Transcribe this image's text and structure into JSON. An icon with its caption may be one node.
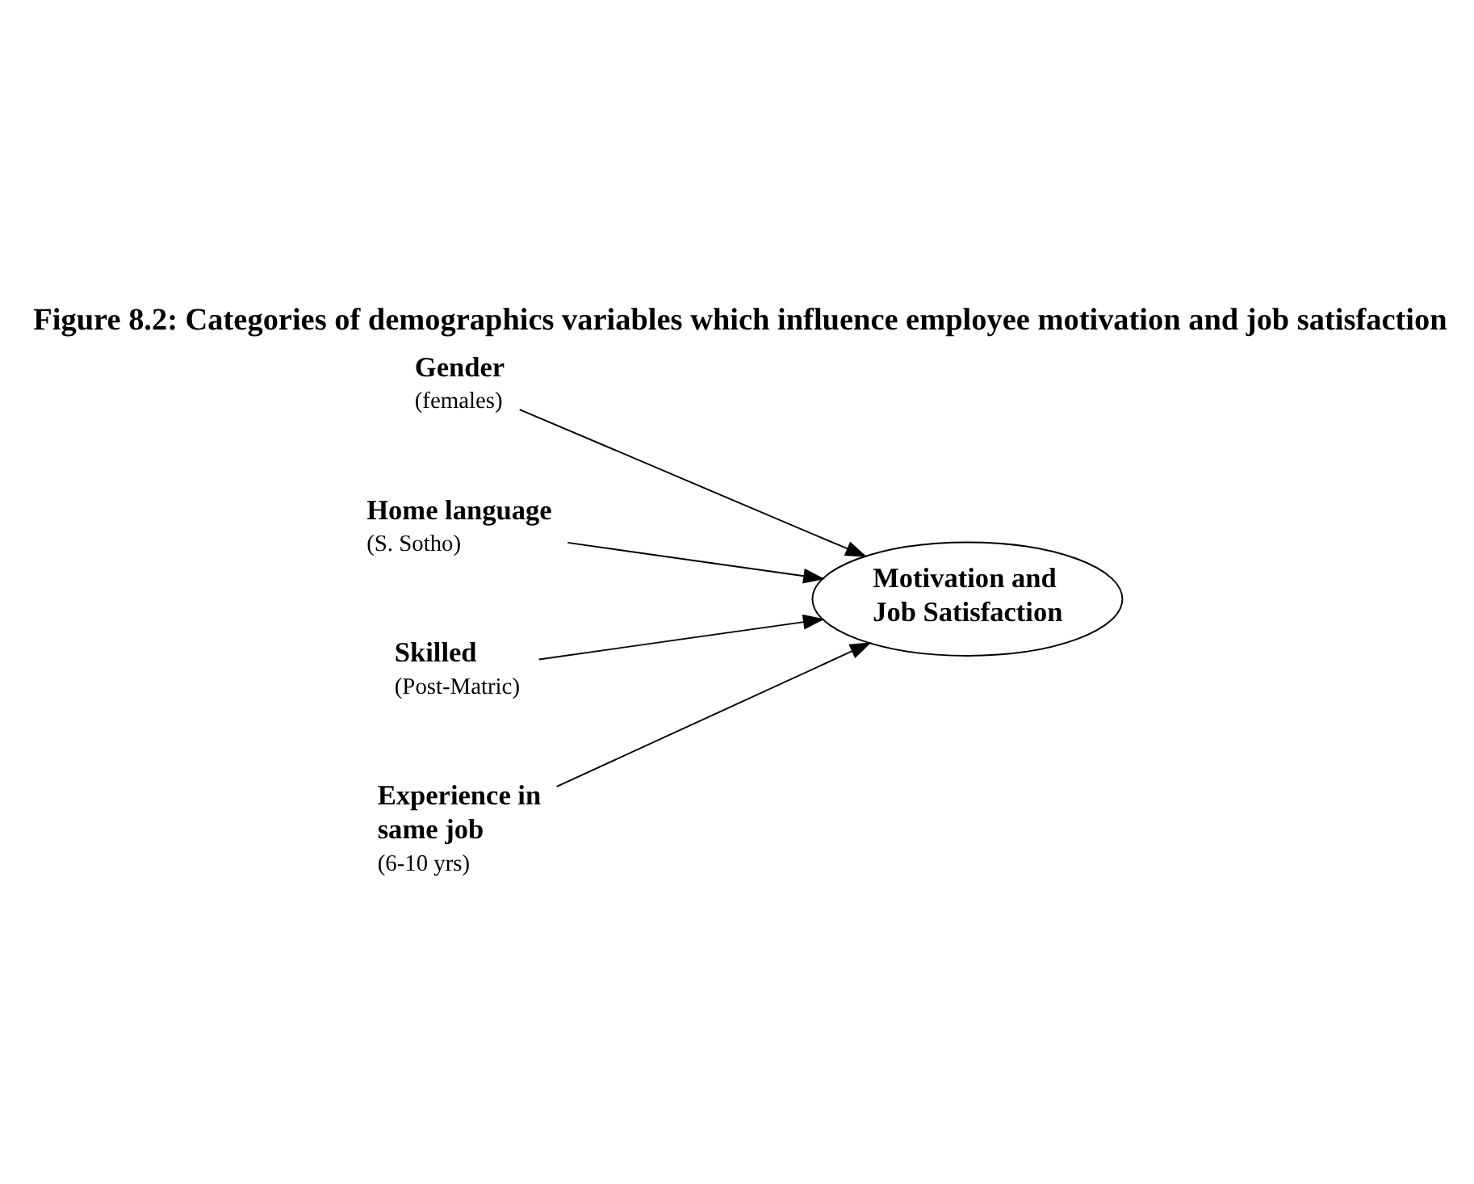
{
  "diagram": {
    "title": "Figure 8.2: Categories of demographics variables which influence employee motivation and job satisfaction",
    "nodes": [
      {
        "text": [
          "Gender",
          "(females)"
        ]
      },
      {
        "text": [
          "Home language",
          "(S. Sotho)"
        ]
      },
      {
        "text": [
          "Skilled",
          "(Post-Matric)"
        ]
      },
      {
        "text": [
          "Experience in same job",
          "(6-10 yrs)"
        ]
      },
      {
        "text": [
          "Motivation and Job Satisfaction"
        ]
      }
    ],
    "edges": [
      {
        "from": 0,
        "to": 4,
        "arrow": "to"
      },
      {
        "from": 1,
        "to": 4,
        "arrow": "to"
      },
      {
        "from": 2,
        "to": 4,
        "arrow": "to"
      },
      {
        "from": 3,
        "to": 4,
        "arrow": "to"
      }
    ]
  }
}
